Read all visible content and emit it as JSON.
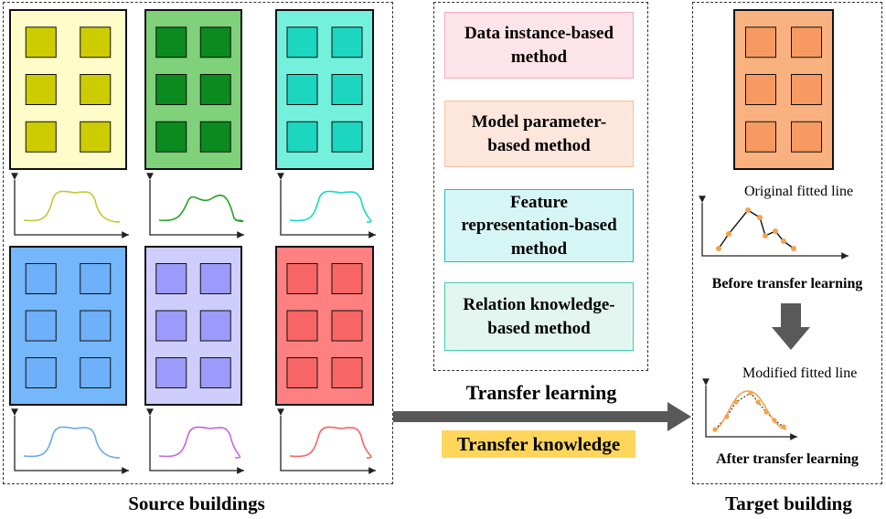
{
  "source": {
    "label": "Source buildings",
    "buildings": [
      {
        "fill": "#fefcc8",
        "window": "#cccc00",
        "curve": "#c6c637"
      },
      {
        "fill": "#7fd17a",
        "window": "#0a8a1f",
        "curve": "#2aa22a"
      },
      {
        "fill": "#74f1dc",
        "window": "#1cd6bf",
        "curve": "#19d7c7"
      },
      {
        "fill": "#74b7fb",
        "window": "#6fb0fb",
        "curve": "#6aa8ea"
      },
      {
        "fill": "#cfcdfb",
        "window": "#9c9bfb",
        "curve": "#c066dd"
      },
      {
        "fill": "#ff8080",
        "window": "#f86565",
        "curve": "#f36363"
      }
    ]
  },
  "methods": [
    {
      "label": "Data instance-based method",
      "bg": "#fde4ea",
      "border": "#f2a9b9"
    },
    {
      "label": "Model parameter-based method",
      "bg": "#fde6dc",
      "border": "#f7c2a3"
    },
    {
      "label": "Feature representation-based method",
      "bg": "#d6f6f6",
      "border": "#1fc0bf"
    },
    {
      "label": "Relation knowledge-based method",
      "bg": "#e2f6ef",
      "border": "#3fcfaf"
    }
  ],
  "transfer": {
    "learning_label": "Transfer learning",
    "knowledge_label": "Transfer knowledge",
    "knowledge_bg": "#fed65c",
    "arrow_color": "#595959"
  },
  "target": {
    "label": "Target building",
    "fill": "#f9b27f",
    "window": "#f69a62",
    "original_label": "Original fitted line",
    "before_label": "Before transfer learning",
    "modified_label": "Modified fitted line",
    "after_label": "After transfer learning",
    "point_color": "#f5a24a",
    "down_arrow_color": "#595959"
  }
}
